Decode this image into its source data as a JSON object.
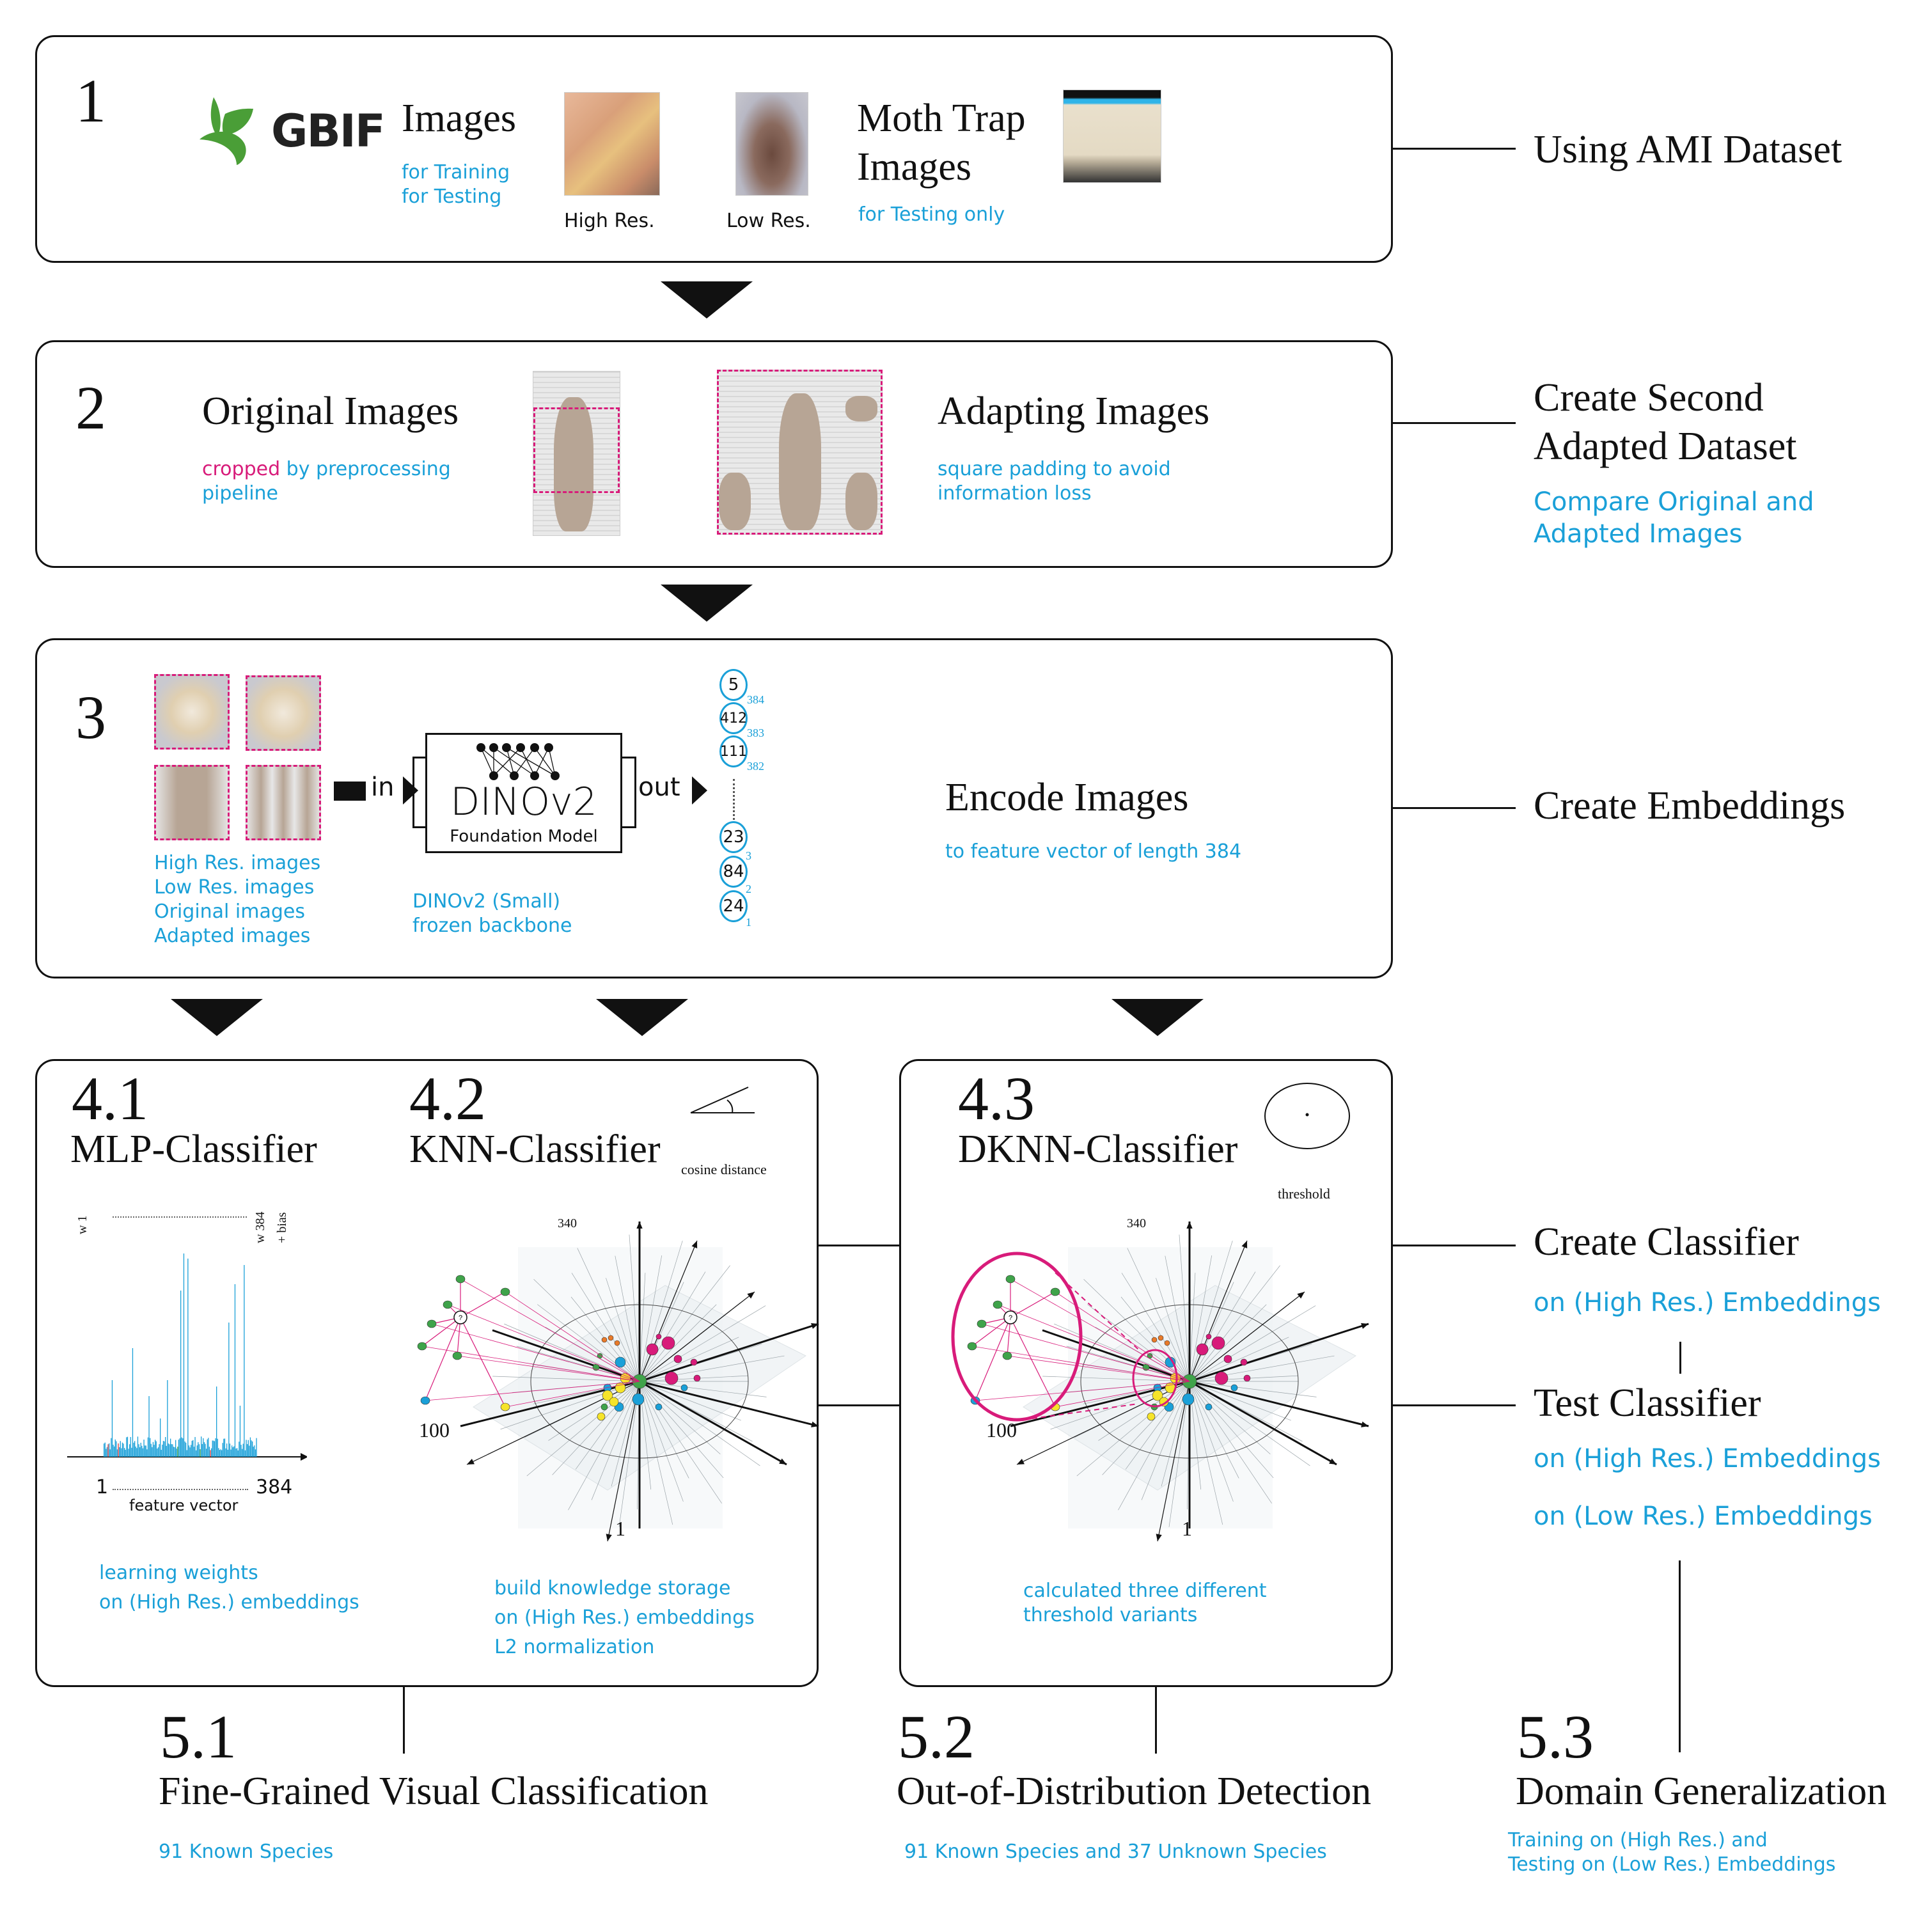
{
  "step1": {
    "number": "1",
    "gbif_logo_text": "GBIF",
    "images_title": "Images",
    "images_uses": [
      "for Training",
      "for Testing"
    ],
    "high_res_caption": "High Res.",
    "low_res_caption": "Low Res.",
    "moth_trap_title": [
      "Moth Trap",
      "Images"
    ],
    "moth_trap_use": "for Testing only",
    "side_label": "Using AMI Dataset"
  },
  "step2": {
    "number": "2",
    "original_title": "Original Images",
    "original_sub_highlight": "cropped",
    "original_sub_rest": " by preprocessing",
    "original_sub_line2": "pipeline",
    "adapting_title": "Adapting Images",
    "adapting_sub": [
      "square padding to avoid",
      "information loss"
    ],
    "side_label": [
      "Create Second",
      "Adapted Dataset"
    ],
    "side_sub": [
      "Compare Original and",
      "Adapted Images"
    ]
  },
  "step3": {
    "number": "3",
    "image_types": [
      "High Res. images",
      "Low Res. images",
      "Original images",
      "Adapted images"
    ],
    "in_label": "in",
    "out_label": "out",
    "model_name": "DINOv2",
    "model_caption": "Foundation Model",
    "model_sub": [
      "DINOv2 (Small)",
      "frozen backbone"
    ],
    "vector_top": [
      {
        "value": "5",
        "index": "384"
      },
      {
        "value": "412",
        "index": "383"
      },
      {
        "value": "111",
        "index": "382"
      }
    ],
    "vector_bottom": [
      {
        "value": "23",
        "index": "3"
      },
      {
        "value": "84",
        "index": "2"
      },
      {
        "value": "24",
        "index": "1"
      }
    ],
    "encode_title": "Encode Images",
    "encode_sub": "to feature vector of length 384",
    "side_label": "Create Embeddings"
  },
  "step41": {
    "number": "4.1",
    "title": "MLP-Classifier",
    "weight_start": "w 1",
    "weight_end": "w 384",
    "bias": "+ bias",
    "axis_start": "1",
    "axis_end": "384",
    "axis_label": "feature vector",
    "sub": [
      "learning weights",
      "on (High Res.) embeddings"
    ]
  },
  "step42": {
    "number": "4.2",
    "title": "KNN-Classifier",
    "metric_label": "cosine distance",
    "axis_labels": {
      "top": "340",
      "left": "100",
      "bottom": "1"
    },
    "query_symbol": "?",
    "sub": [
      "build knowledge storage",
      "on (High Res.) embeddings",
      "L2 normalization"
    ]
  },
  "step43": {
    "number": "4.3",
    "title": "DKNN-Classifier",
    "metric_label": "threshold",
    "axis_labels": {
      "top": "340",
      "left": "100",
      "bottom": "1"
    },
    "query_symbol": "?",
    "sub": [
      "calculated three different",
      "threshold variants"
    ]
  },
  "right_column": {
    "create_title": "Create Classifier",
    "create_sub": "on (High Res.) Embeddings",
    "test_title": "Test Classifier",
    "test_subs": [
      "on (High Res.) Embeddings",
      "on (Low Res.) Embeddings"
    ]
  },
  "results": [
    {
      "number": "5.1",
      "title": "Fine-Grained Visual Classification",
      "sub": [
        "91 Known Species"
      ]
    },
    {
      "number": "5.2",
      "title": "Out-of-Distribution Detection",
      "sub": [
        "91 Known Species and 37 Unknown Species"
      ]
    },
    {
      "number": "5.3",
      "title": "Domain Generalization",
      "sub": [
        "Training on (High Res.) and",
        "Testing on (Low Res.) Embeddings"
      ]
    }
  ],
  "colors": {
    "accent_blue": "#1aa0d8",
    "accent_pink": "#d81b7a",
    "gbif_green": "#4a9e37"
  }
}
